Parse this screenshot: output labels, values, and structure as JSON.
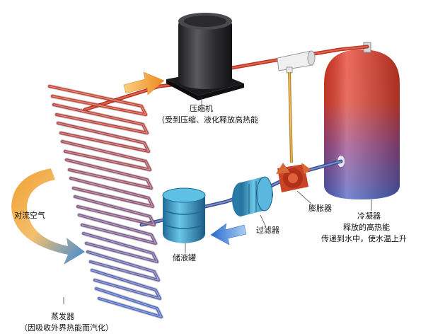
{
  "labels": {
    "compressor_title": "压缩机",
    "compressor_desc": "（受到压缩、液化释放高热能",
    "convection_air": "对流空气",
    "expansion_valve": "膨胀器",
    "filter": "过滤器",
    "receiver_tank": "储液罐",
    "condenser_title": "冷凝器",
    "condenser_line2": "释放的高热能",
    "condenser_line3": "传递到水中，使水温上升",
    "evaporator_title": "蒸发器",
    "evaporator_desc": "（因吸收外界热能而汽化）"
  },
  "colors": {
    "hot_pipe": "#c8402a",
    "cold_pipe": "#4a6ab8",
    "tank_top": "#e8372a",
    "tank_bottom": "#4a64c0",
    "compressor": "#2e2e30",
    "receiver": "#3aa0c8",
    "flow_arrow": "#f0a030",
    "blue_arrow": "#3a7ad8"
  },
  "icons": [
    "compressor-icon",
    "water-tank-icon",
    "receiver-tank-icon",
    "filter-icon",
    "expansion-valve-icon",
    "evaporator-coil-icon",
    "convection-arrow-icon",
    "flow-arrow-icon"
  ]
}
